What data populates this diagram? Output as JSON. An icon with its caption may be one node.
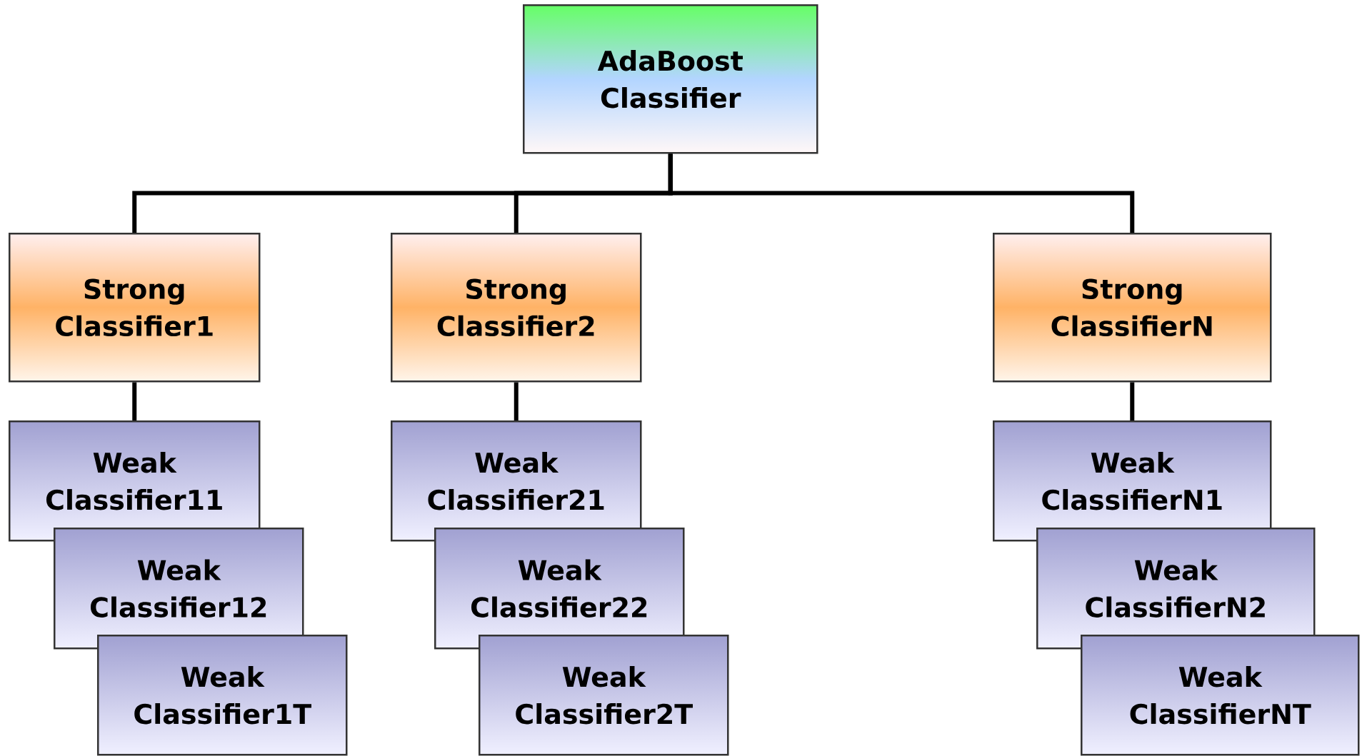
{
  "diagram": {
    "nodes": [
      {
        "text": [
          "AdaBoost Classifier"
        ]
      },
      {
        "text": [
          "Strong Classifier1"
        ]
      },
      {
        "text": [
          "Strong Classifier2"
        ]
      },
      {
        "text": [
          "Strong ClassifierN"
        ]
      },
      {
        "text": [
          "Weak Classifier11"
        ]
      },
      {
        "text": [
          "Weak Classifier12"
        ]
      },
      {
        "text": [
          "Weak Classifier1T"
        ]
      },
      {
        "text": [
          "Weak Classifier21"
        ]
      },
      {
        "text": [
          "Weak Classifier22"
        ]
      },
      {
        "text": [
          "Weak Classifier2T"
        ]
      },
      {
        "text": [
          "Weak ClassifierN1"
        ]
      },
      {
        "text": [
          "Weak ClassifierN2"
        ]
      },
      {
        "text": [
          "Weak ClassifierNT"
        ]
      }
    ],
    "edges": [
      {
        "from": 0,
        "to": 1,
        "arrow": "none"
      },
      {
        "from": 0,
        "to": 2,
        "arrow": "none"
      },
      {
        "from": 0,
        "to": 3,
        "arrow": "none"
      },
      {
        "from": 1,
        "to": 4,
        "arrow": "none"
      },
      {
        "from": 2,
        "to": 7,
        "arrow": "none"
      },
      {
        "from": 3,
        "to": 10,
        "arrow": "none"
      }
    ]
  }
}
